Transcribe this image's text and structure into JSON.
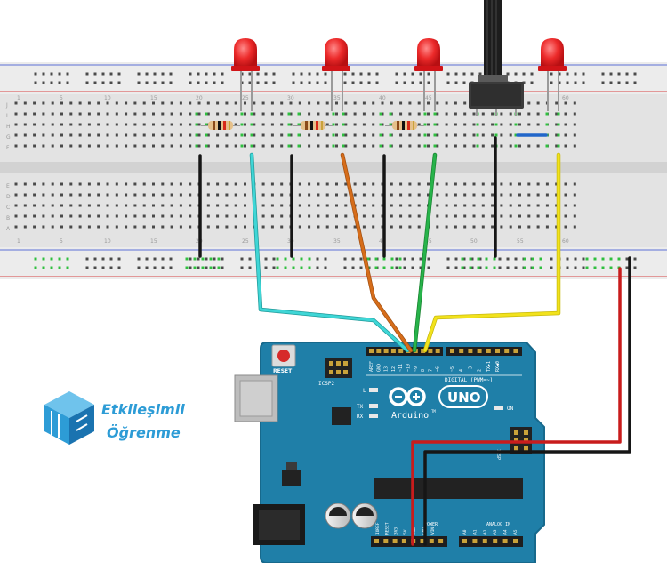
{
  "brand": {
    "line1": "Etkileşimli",
    "line2": "Öğrenme"
  },
  "board": {
    "name": "Arduino",
    "tm": "TM",
    "uno": "UNO",
    "reset": "RESET",
    "icsp": "ICSP2",
    "icsp_side": "ICSP",
    "on": "ON",
    "led_l": "L",
    "led_tx": "TX",
    "led_rx": "RX",
    "digital_label": "DIGITAL (PWM=~)",
    "analog_label": "ANALOG IN",
    "power_label": "POWER",
    "power_pins": [
      "IOREF",
      "RESET",
      "3V3",
      "5V",
      "GND",
      "GND",
      "VIN"
    ],
    "analog_pins": [
      "A0",
      "A1",
      "A2",
      "A3",
      "A4",
      "A5"
    ],
    "top_pins": [
      "AREF",
      "GND",
      "13",
      "12",
      "~11",
      "~10",
      "~9",
      "8",
      "7",
      "~6",
      "~5",
      "4",
      "~3",
      "2",
      "TX▶1",
      "RX◀0"
    ]
  },
  "breadboard": {
    "column_numbers": [
      "1",
      "5",
      "10",
      "15",
      "20",
      "25",
      "30",
      "35",
      "40",
      "45",
      "50",
      "55",
      "60"
    ],
    "rows_top": [
      "J",
      "I",
      "H",
      "G",
      "F"
    ],
    "rows_bottom": [
      "E",
      "D",
      "C",
      "B",
      "A"
    ]
  },
  "colors": {
    "board": "#1f7fa8",
    "board_edge": "#17698c",
    "wire_cyan": "#3fd6d6",
    "wire_orange": "#d66d1a",
    "wire_green": "#27b34a",
    "wire_yellow": "#f2e21c",
    "wire_red": "#c81c1c",
    "wire_black": "#161616",
    "wire_blue": "#2166c9",
    "led_red": "#e8141c",
    "brand": "#2d9cd6"
  }
}
